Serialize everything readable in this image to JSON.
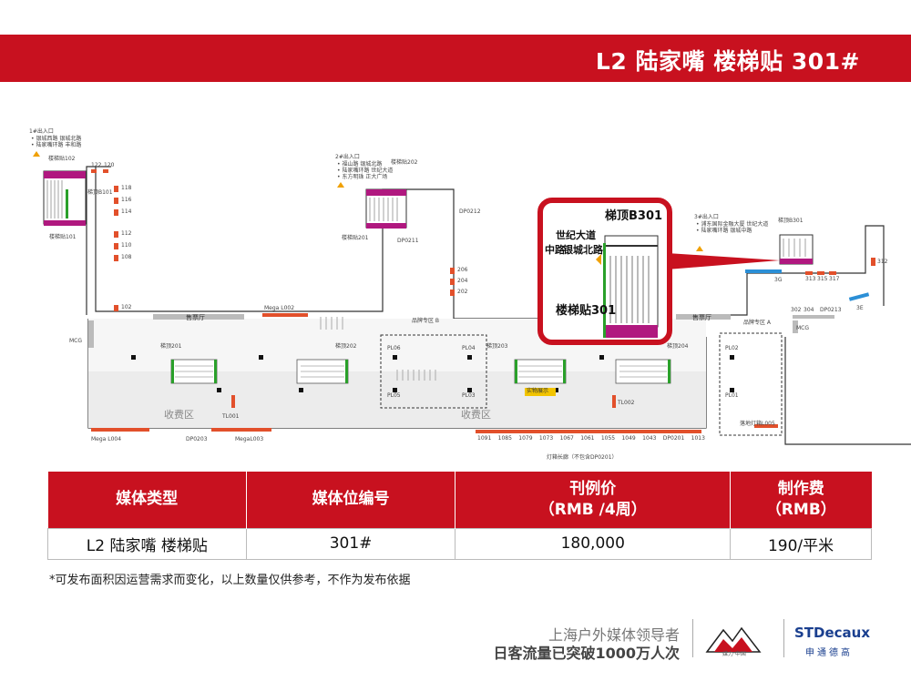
{
  "header": {
    "title": "L2 陆家嘴 楼梯贴 301#"
  },
  "map": {
    "exit1": {
      "title": "1#出入口",
      "line1": "• 银城西路 银城北路",
      "line2": "• 陆家嘴环路 丰和路"
    },
    "exit2": {
      "title": "2#出入口",
      "line1": "• 福山路 银城北路",
      "line2": "• 陆家嘴环路 世纪大道",
      "line3": "• 东方明珠 正大广场"
    },
    "exit3": {
      "title": "3#出入口",
      "line1": "• 浦东国际金融大厦 世纪大道",
      "line2": "• 陆家嘴环路 银城中路"
    },
    "stair_labels": {
      "t102": "楼梯贴102",
      "tb101": "梯顶B101",
      "t101": "楼梯贴101",
      "t202": "楼梯贴202",
      "t201": "楼梯贴201",
      "tb301": "梯顶B301",
      "d201": "梯顶201",
      "d202": "梯顶202",
      "d203": "梯顶203",
      "d204": "梯顶204"
    },
    "codes_left": [
      "122",
      "120",
      "118",
      "116",
      "114",
      "112",
      "110",
      "108",
      "102"
    ],
    "codes_mid": [
      "DP0212",
      "DP0211",
      "206",
      "204",
      "202"
    ],
    "codes_right": [
      "312",
      "3G",
      "313",
      "315",
      "317",
      "302",
      "304",
      "DP0213",
      "3E"
    ],
    "ticket_hall": "售票厅",
    "ticket_hall2": "售票厅",
    "mega_l002": "Mega L002",
    "mcg_left": "MCG",
    "mcg_right": "MCG",
    "brand_zone_b": "品牌专区 B",
    "brand_zone_a": "品牌专区 A",
    "pl_codes": [
      "PL06",
      "PL04",
      "PL05",
      "PL03",
      "PL02",
      "PL01"
    ],
    "fare_zone": "收费区",
    "tl001": "TL001",
    "tl002": "TL002",
    "exhibit": "实物展示",
    "floor_lightbox": "落地灯箱L005",
    "bottom_codes": [
      "Mega L004",
      "DP0203",
      "MegaL003"
    ],
    "lightbox_codes": [
      "1091",
      "1085",
      "1079",
      "1073",
      "1067",
      "1061",
      "1055",
      "1049",
      "1043",
      "DP0201",
      "1013"
    ],
    "lightbox_note": "灯箱长廊（不包含DP0201）",
    "zoom": {
      "tb301": "梯顶B301",
      "exit_roads": "世纪大道",
      "road2": "银城北路",
      "road3": "中路",
      "stair301": "楼梯贴301"
    }
  },
  "table": {
    "headers": [
      "媒体类型",
      "媒体位编号",
      "刊例价\n（RMB /4周）",
      "制作费\n（RMB）"
    ],
    "h3a": "刊例价",
    "h3b": "（RMB /4周）",
    "h4a": "制作费",
    "h4b": "（RMB）",
    "row": [
      "L2 陆家嘴 楼梯贴",
      "301#",
      "180,000",
      "190/平米"
    ]
  },
  "footnote": "*可发布面积因运营需求而变化，以上数量仅供参考，不作为发布依据",
  "footer": {
    "slogan1": "上海户外媒体领导者",
    "slogan2": "日客流量已突破1000万人次",
    "logo_text": "媒力·中国",
    "std_name": "STDecaux",
    "std_sub": "申通德高"
  },
  "colors": {
    "brand_red": "#c8111f",
    "accent_magenta": "#b0187f",
    "escalator_green": "#2aa02a",
    "media_orange": "#e2502b",
    "platform_blue": "#2b8fd6"
  }
}
